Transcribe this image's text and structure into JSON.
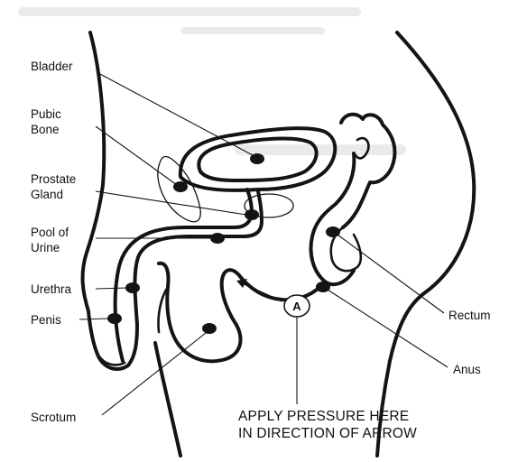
{
  "diagram": {
    "labels": {
      "bladder": "Bladder",
      "pubic_bone_line1": "Pubic",
      "pubic_bone_line2": "Bone",
      "prostate_line1": "Prostate",
      "prostate_line2": "Gland",
      "pool_line1": "Pool of",
      "pool_line2": "Urine",
      "urethra": "Urethra",
      "penis": "Penis",
      "scrotum": "Scrotum",
      "rectum": "Rectum",
      "anus": "Anus",
      "marker": "A"
    },
    "instruction": {
      "line1": "APPLY PRESSURE HERE",
      "line2": "IN DIRECTION OF ARROW"
    },
    "colors": {
      "ink": "#141414",
      "paper": "#ffffff"
    }
  }
}
